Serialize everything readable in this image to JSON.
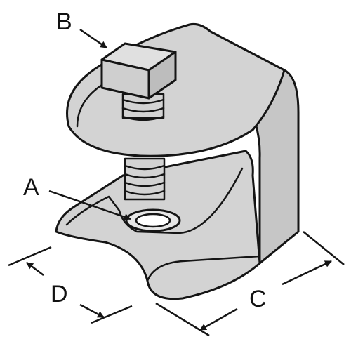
{
  "labels": {
    "a": "A",
    "b": "B",
    "c": "C",
    "d": "D"
  },
  "colors": {
    "body_fill": "#d3d3d3",
    "body_shade": "#bcbcbc",
    "outline": "#151515",
    "background": "#ffffff"
  }
}
